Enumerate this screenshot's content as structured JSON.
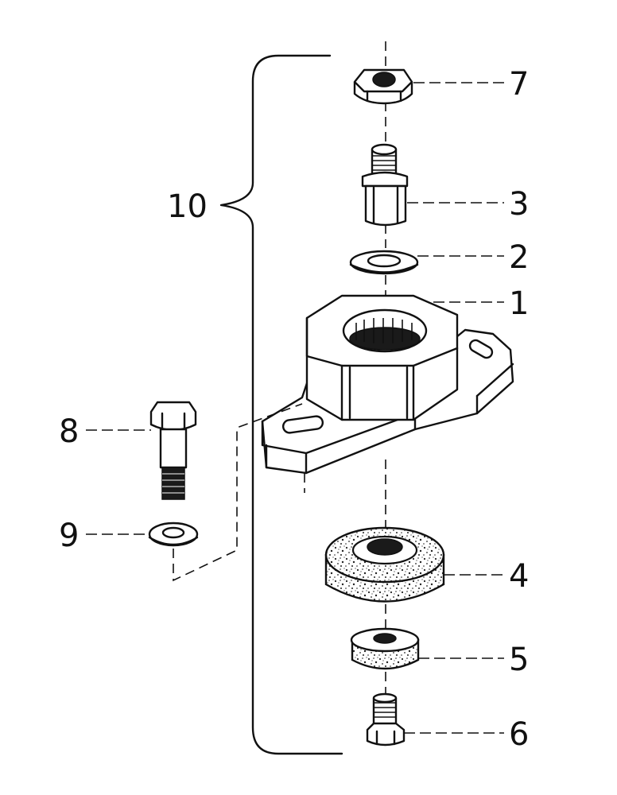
{
  "callouts": {
    "1": "1",
    "2": "2",
    "3": "3",
    "4": "4",
    "5": "5",
    "6": "6",
    "7": "7",
    "8": "8",
    "9": "9",
    "10": "10"
  },
  "parts": {
    "1": "mount-housing",
    "2": "washer",
    "3": "threaded-stud",
    "4": "large-rubber-bush",
    "5": "small-rubber-bush",
    "6": "bottom-bolt",
    "7": "top-nut",
    "8": "mounting-bolt",
    "9": "mounting-washer",
    "10": "assembly-bracket"
  }
}
